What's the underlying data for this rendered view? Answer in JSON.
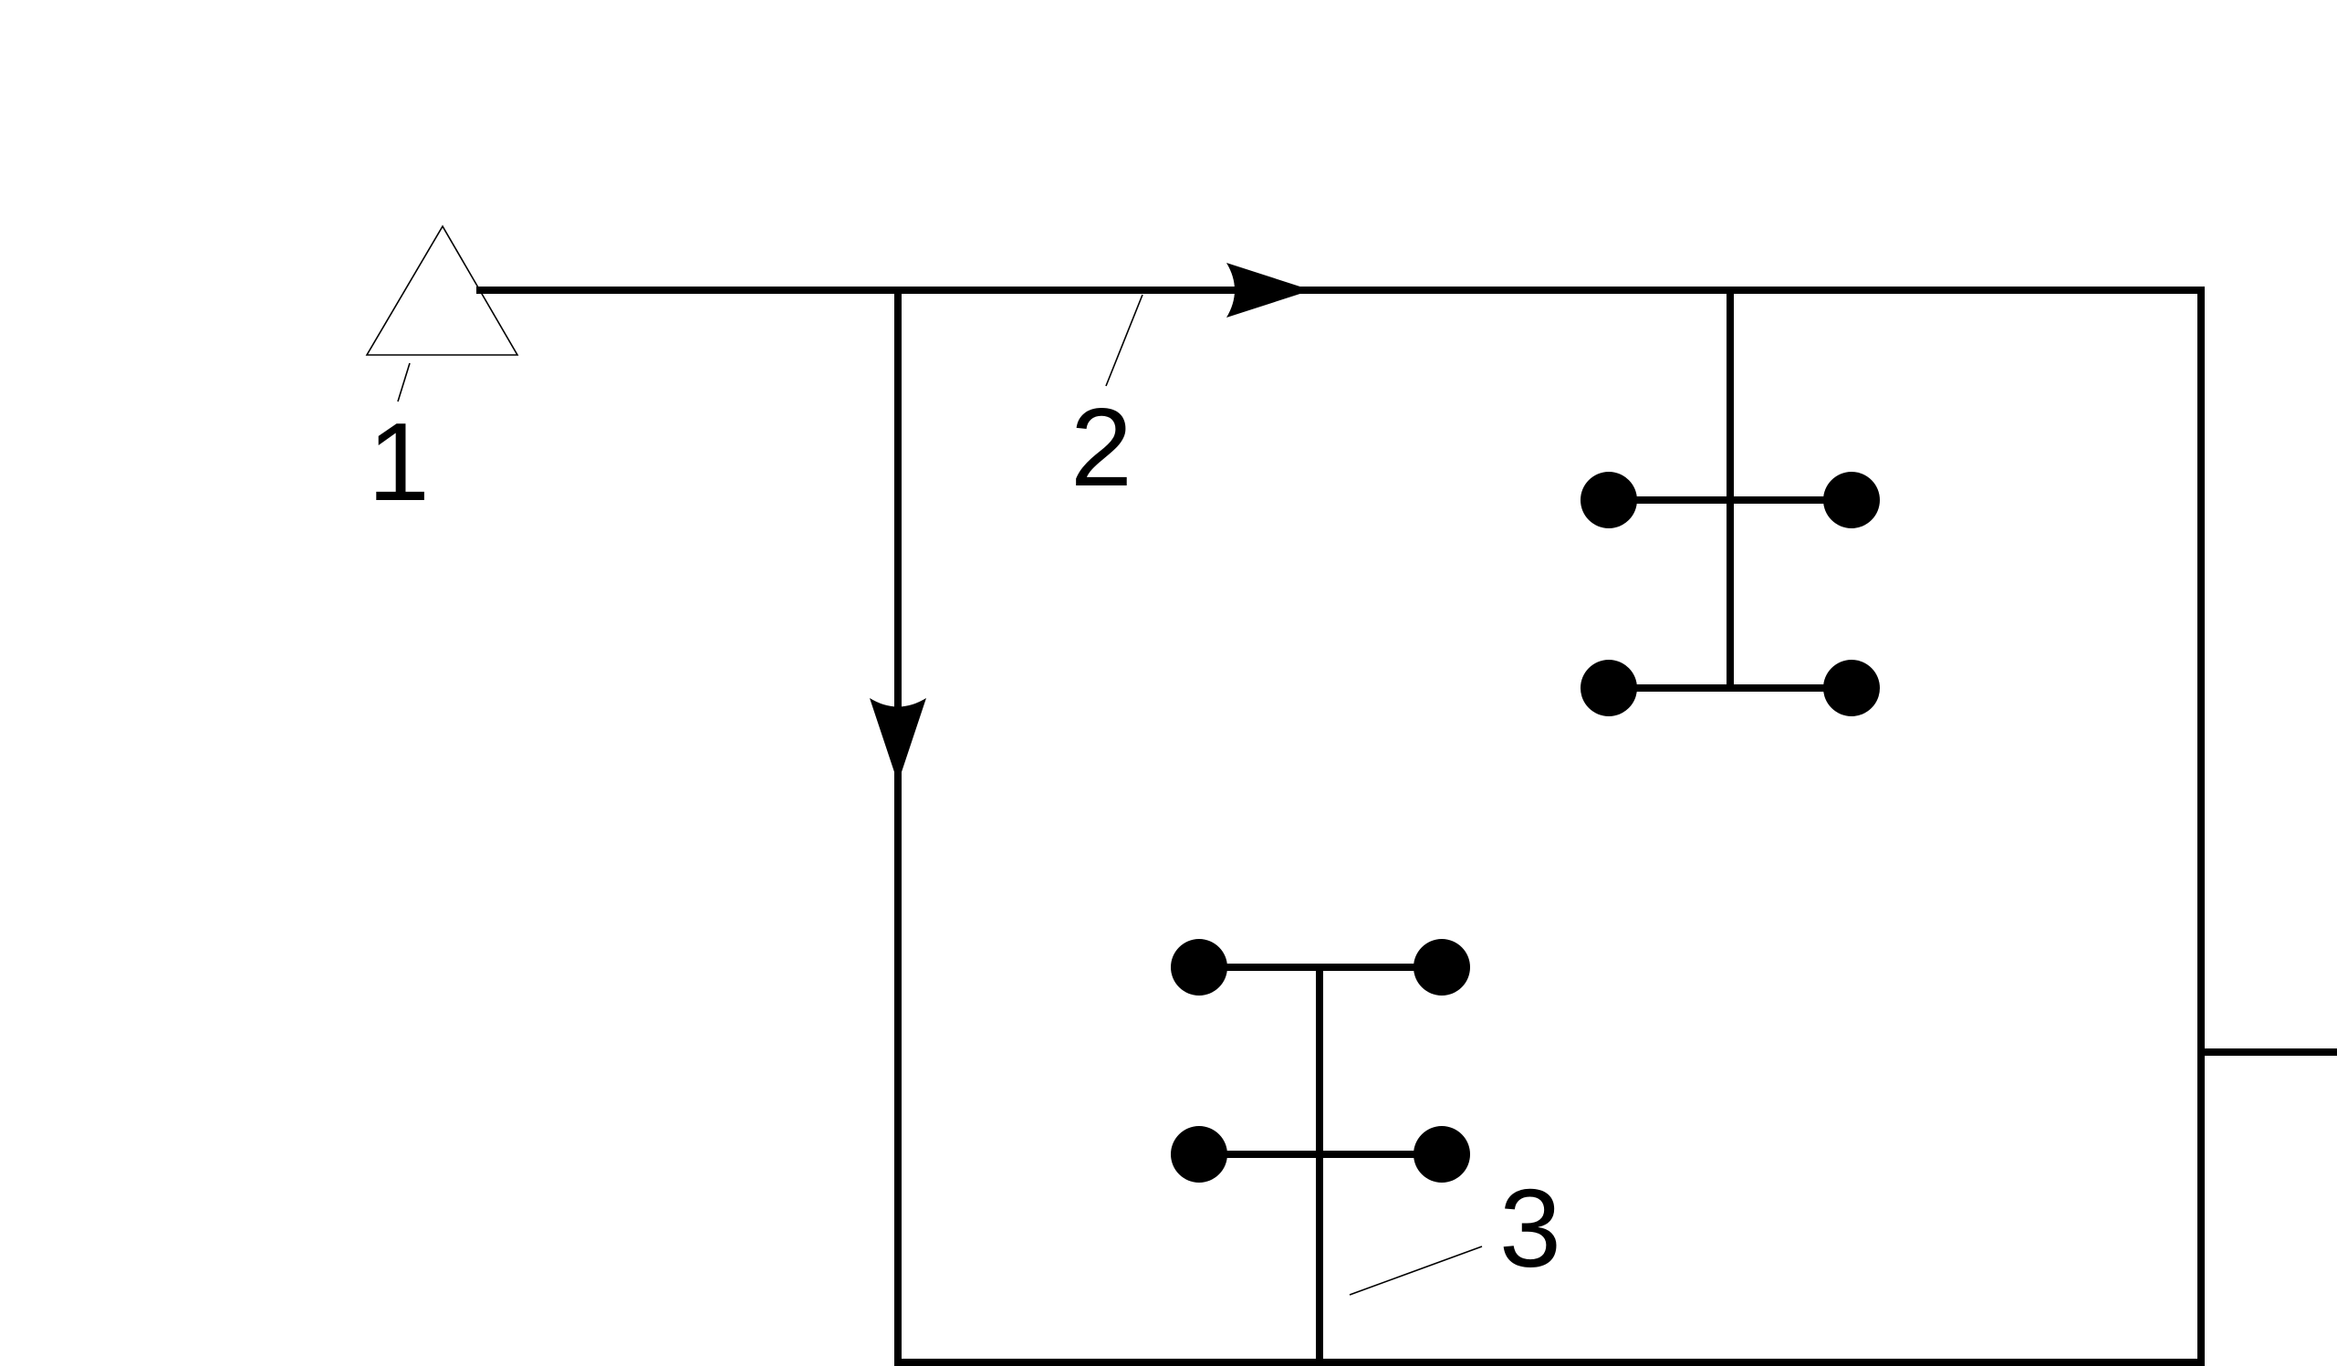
{
  "diagram": {
    "callouts": [
      {
        "id": "1",
        "label": "1"
      },
      {
        "id": "2",
        "label": "2"
      },
      {
        "id": "3",
        "label": "3"
      }
    ],
    "colors": {
      "line": "#000000",
      "background": "#ffffff"
    },
    "icons": [
      "triangle-source-icon",
      "arrowhead-icon",
      "dot-node-icon"
    ]
  }
}
